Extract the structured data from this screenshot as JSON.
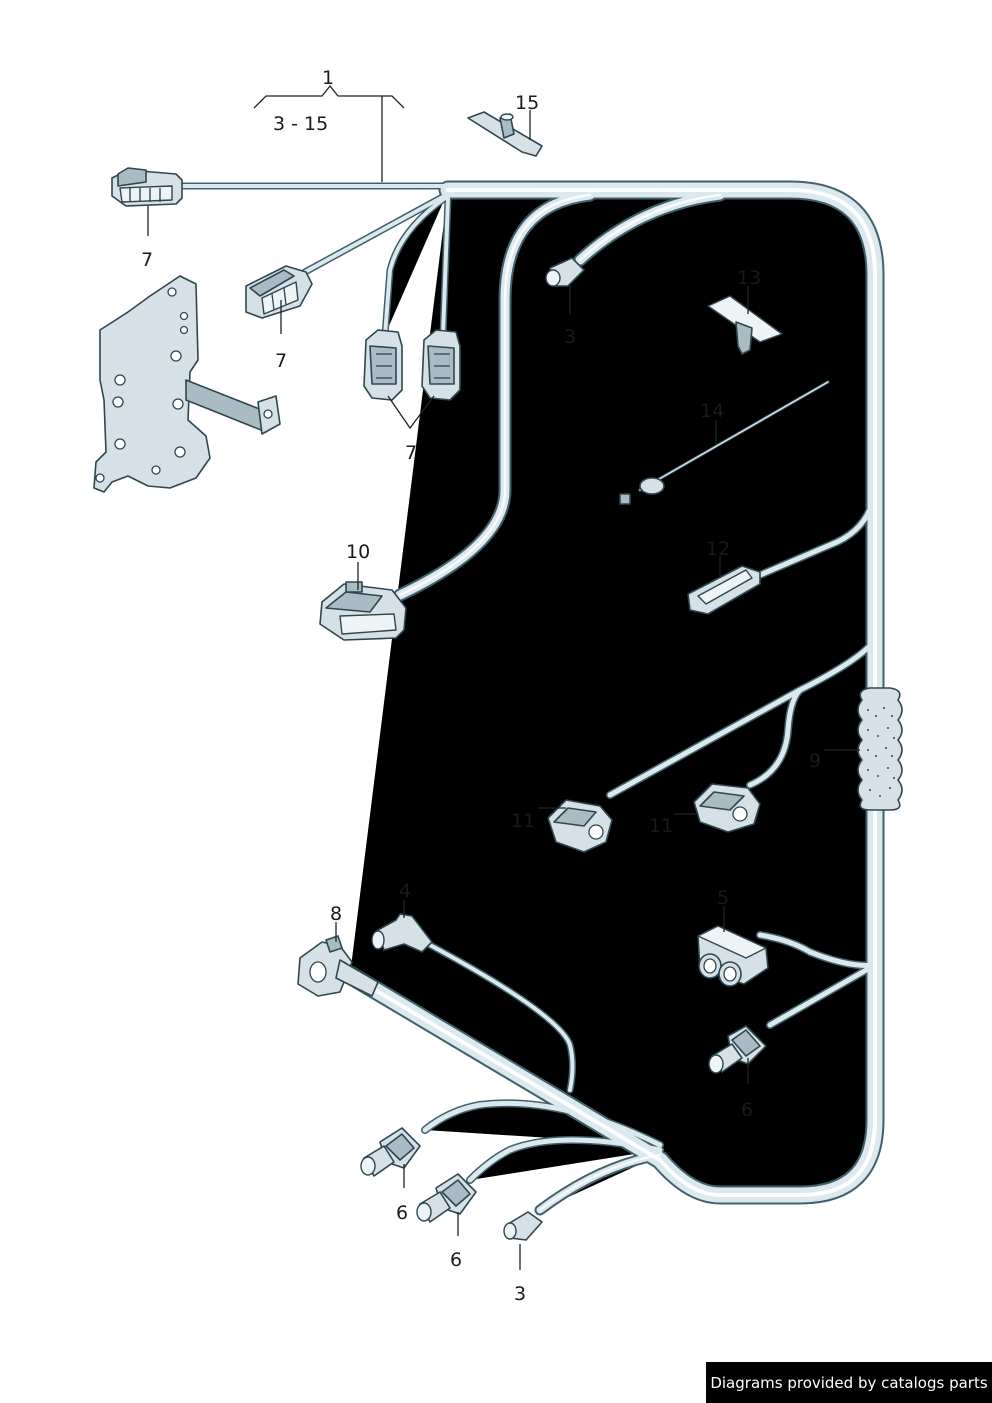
{
  "callouts": {
    "c1": "1",
    "range": "3 - 15",
    "c15": "15",
    "c7a": "7",
    "c7b": "7",
    "c7c": "7",
    "c3a": "3",
    "c13": "13",
    "c14": "14",
    "c10": "10",
    "c12": "12",
    "c9": "9",
    "c11a": "11",
    "c11b": "11",
    "c4": "4",
    "c8": "8",
    "c5": "5",
    "c6a": "6",
    "c6b": "6",
    "c6c": "6",
    "c3b": "3"
  },
  "footer": {
    "text": "Diagrams provided by catalogs parts"
  },
  "colors": {
    "cable_outline": "#41606c",
    "cable_fill": "#dbe8ee",
    "part_fill": "#d5e1e6"
  }
}
